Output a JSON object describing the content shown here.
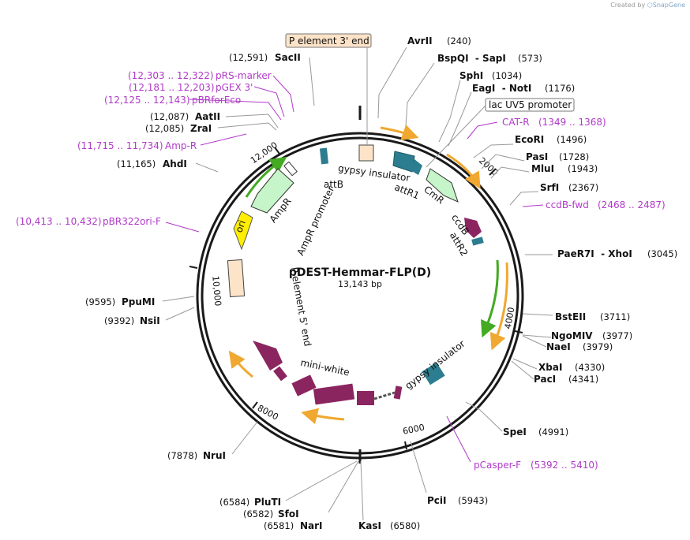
{
  "credit": {
    "prefix": "Created by",
    "brand": "SnapGene"
  },
  "plasmid": {
    "name": "pDEST-Hemmar-FLP(D)",
    "size_label": "13,143 bp"
  },
  "ticks": [
    "2000",
    "4000",
    "6000",
    "8000",
    "10,000",
    "12,000"
  ],
  "enzymes": [
    {
      "name": "AvrII",
      "pos": "(240)"
    },
    {
      "name": "BspQI  - SapI",
      "pos": "(573)"
    },
    {
      "name": "SphI",
      "pos": "(1034)"
    },
    {
      "name": "EagI  - NotI",
      "pos": "(1176)"
    },
    {
      "name": "EcoRI",
      "pos": "(1496)"
    },
    {
      "name": "PasI",
      "pos": "(1728)"
    },
    {
      "name": "MluI",
      "pos": "(1943)"
    },
    {
      "name": "SrfI",
      "pos": "(2367)"
    },
    {
      "name": "PaeR7I  - XhoI",
      "pos": "(3045)"
    },
    {
      "name": "BstEII",
      "pos": "(3711)"
    },
    {
      "name": "NgoMIV",
      "pos": "(3977)"
    },
    {
      "name": "NaeI",
      "pos": "(3979)"
    },
    {
      "name": "XbaI",
      "pos": "(4330)"
    },
    {
      "name": "PacI",
      "pos": "(4341)"
    },
    {
      "name": "SpeI",
      "pos": "(4991)"
    },
    {
      "name": "PciI",
      "pos": "(5943)"
    },
    {
      "name": "KasI",
      "pos": "(6580)"
    },
    {
      "name": "NarI",
      "pos": "(6581)"
    },
    {
      "name": "SfoI",
      "pos": "(6582)"
    },
    {
      "name": "PluTI",
      "pos": "(6584)"
    },
    {
      "name": "NruI",
      "pos": "(7878)"
    },
    {
      "name": "NsiI",
      "pos": "(9392)"
    },
    {
      "name": "PpuMI",
      "pos": "(9595)"
    },
    {
      "name": "AhdI",
      "pos": "(11,165)"
    },
    {
      "name": "ZraI",
      "pos": "(12,085)"
    },
    {
      "name": "AatII",
      "pos": "(12,087)"
    },
    {
      "name": "SacII",
      "pos": "(12,591)"
    }
  ],
  "primers": [
    {
      "name": "CAT-R",
      "range": "(1349 .. 1368)"
    },
    {
      "name": "ccdB-fwd",
      "range": "(2468 .. 2487)"
    },
    {
      "name": "pCasper-F",
      "range": "(5392 .. 5410)"
    },
    {
      "name": "pBR322ori-F",
      "range": "(10,413 .. 10,432)"
    },
    {
      "name": "Amp-R",
      "range": "(11,715 .. 11,734)"
    },
    {
      "name": "pBRforEco",
      "range": "(12,125 .. 12,143)"
    },
    {
      "name": "pGEX 3'",
      "range": "(12,181 .. 12,203)"
    },
    {
      "name": "pRS-marker",
      "range": "(12,303 .. 12,322)"
    }
  ],
  "boxed_features": [
    {
      "name": "P element 3' end",
      "color": "#fde3c8"
    },
    {
      "name": "lac UV5 promoter",
      "color": "#ffffff"
    }
  ],
  "features": [
    {
      "name": "gypsy insulator"
    },
    {
      "name": "attB"
    },
    {
      "name": "attR1"
    },
    {
      "name": "CmR"
    },
    {
      "name": "ccdB"
    },
    {
      "name": "attR2"
    },
    {
      "name": "gypsy insulator"
    },
    {
      "name": "mini-white"
    },
    {
      "name": "P element 5' end"
    },
    {
      "name": "ori"
    },
    {
      "name": "AmpR promoter"
    },
    {
      "name": "AmpR"
    }
  ],
  "colors": {
    "backbone": "#1a1a1a",
    "primer": "#b03ac8",
    "teal": "#2c7d8f",
    "maroon": "#8b2560",
    "mint": "#c5f5c8",
    "peach": "#fde3c8",
    "yellow": "#ffee00",
    "orange": "#f0a830",
    "green": "#44aa22"
  }
}
